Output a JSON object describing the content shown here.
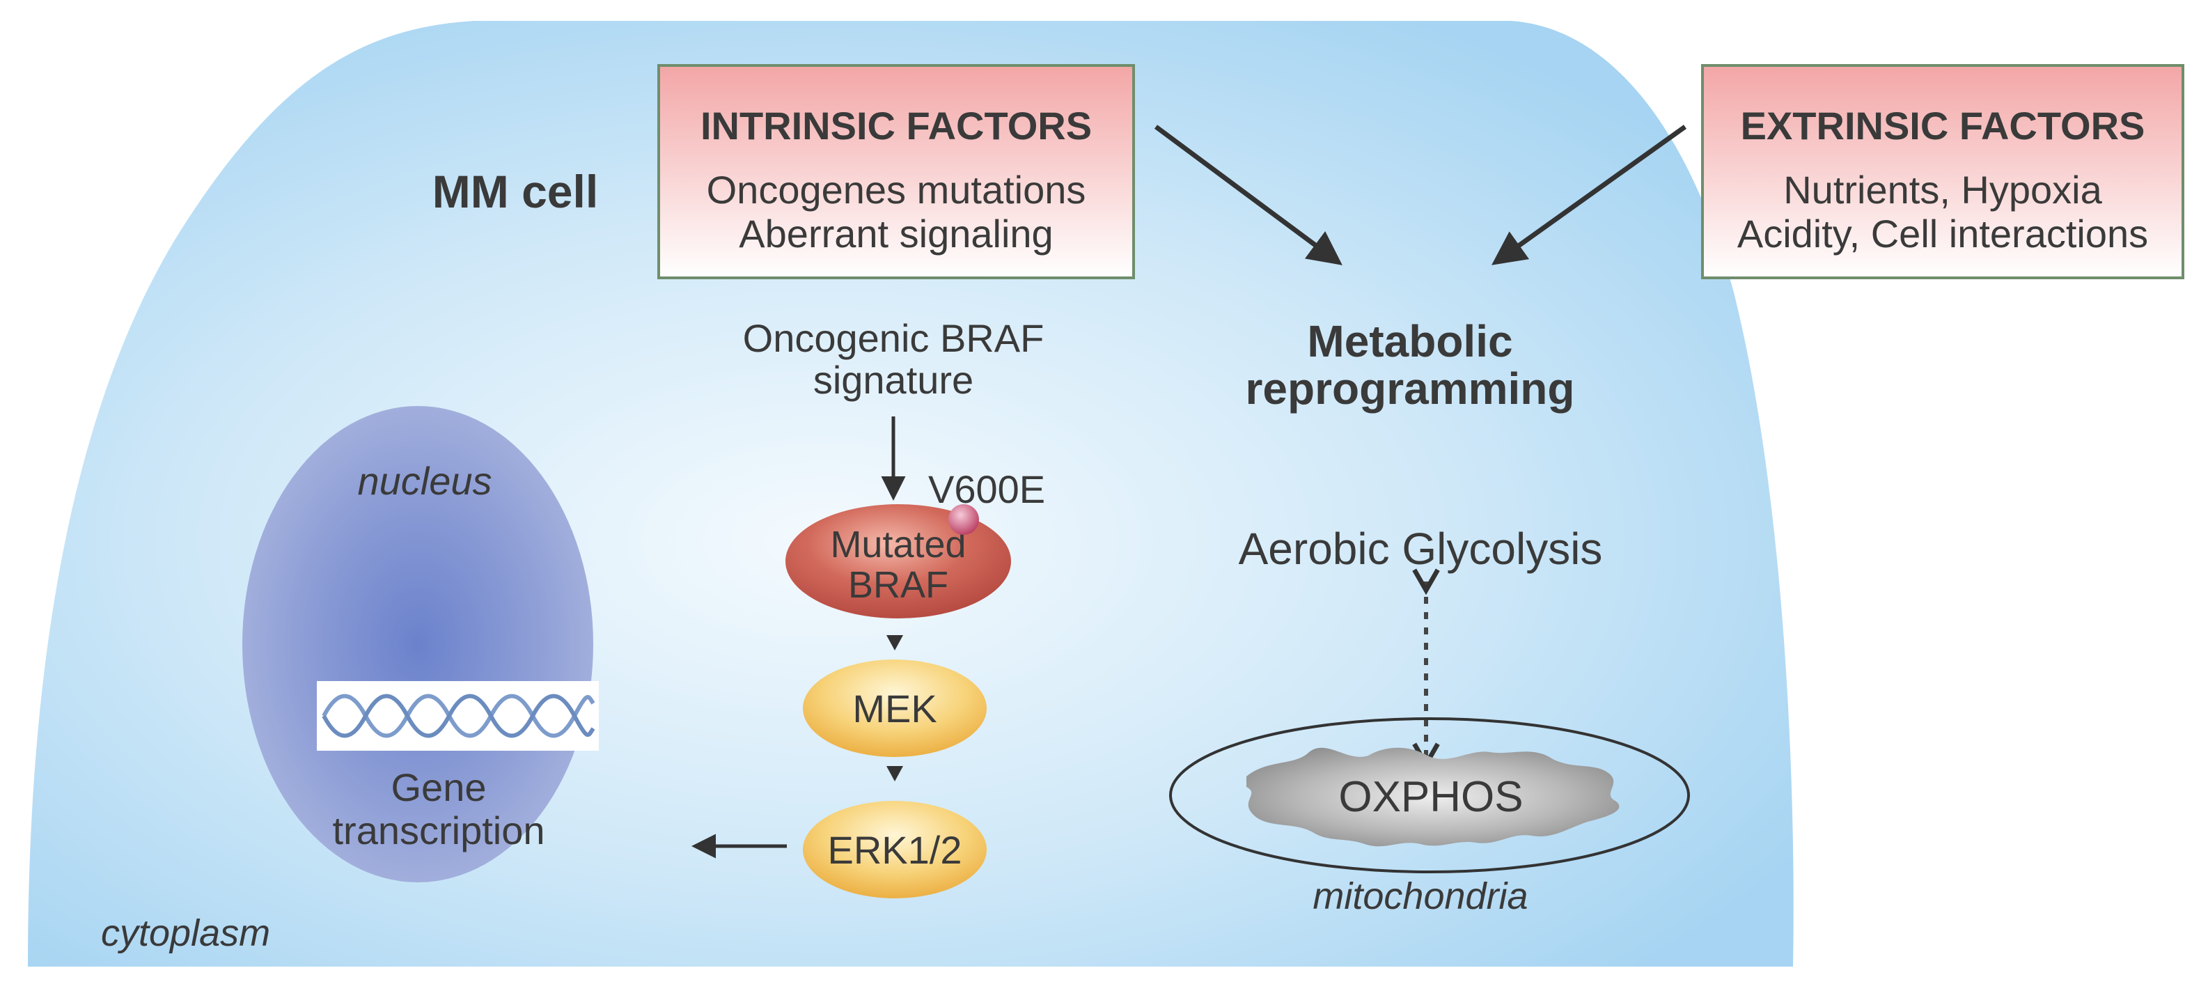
{
  "cell": {
    "title": "MM cell",
    "cytoplasm_label": "cytoplasm"
  },
  "intrinsic": {
    "title": "INTRINSIC FACTORS",
    "line1": "Oncogenes mutations",
    "line2": "Aberrant signaling"
  },
  "extrinsic": {
    "title": "EXTRINSIC FACTORS",
    "line1": "Nutrients, Hypoxia",
    "line2": "Acidity, Cell interactions"
  },
  "metabolic": {
    "line1": "Metabolic",
    "line2": "reprogramming"
  },
  "braf_pathway": {
    "signature_line1": "Oncogenic BRAF",
    "signature_line2": "signature",
    "mutation_label": "V600E",
    "braf_line1": "Mutated",
    "braf_line2": "BRAF",
    "mek": "MEK",
    "erk": "ERK1/2"
  },
  "nucleus": {
    "label": "nucleus",
    "gene_line1": "Gene",
    "gene_line2": "transcription"
  },
  "metabolism": {
    "glycolysis": "Aerobic Glycolysis",
    "oxphos": "OXPHOS",
    "mitochondria_label": "mitochondria"
  },
  "colors": {
    "cell_fill_center": "#f2f9fe",
    "cell_fill_edge": "#a9d6f3",
    "factor_box_top": "#f4aaaa",
    "factor_box_bottom": "#ffffff",
    "factor_box_border": "#6f8e6c",
    "nucleus_center": "#6a7fc8",
    "nucleus_edge": "#a3b0dd",
    "braf_fill": "#c0554c",
    "kinase_fill": "#f2be52",
    "mitochondria_fill": "#9a9a9a",
    "arrow": "#333333"
  }
}
